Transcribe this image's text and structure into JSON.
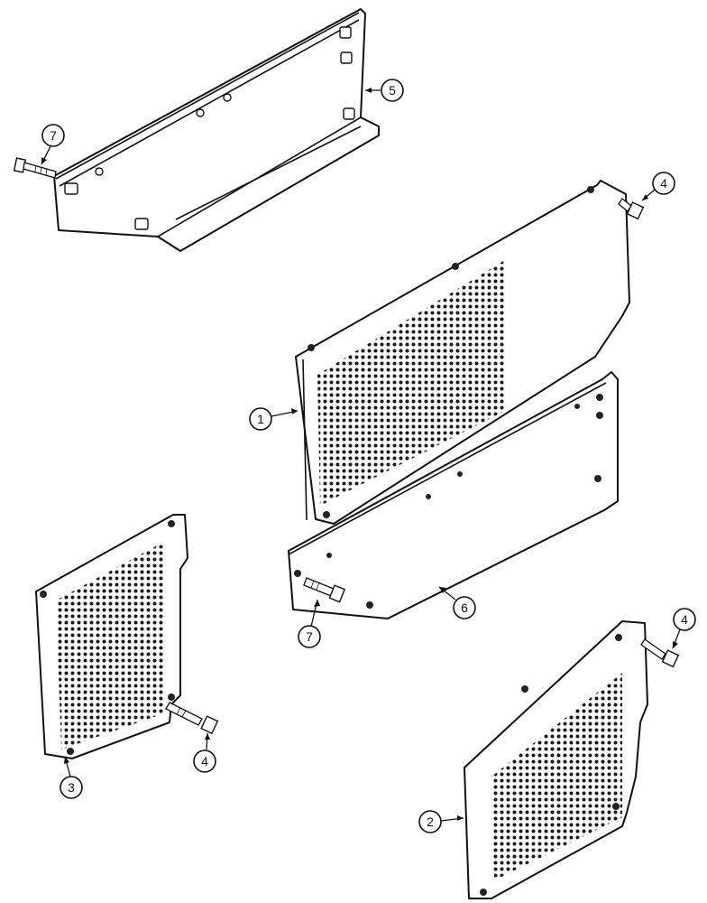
{
  "callouts": {
    "c1": "1",
    "c2": "2",
    "c3": "3",
    "c4a": "4",
    "c4b": "4",
    "c4c": "4",
    "c5": "5",
    "c6": "6",
    "c7a": "7",
    "c7b": "7"
  },
  "colors": {
    "line": "#111111",
    "background": "#ffffff"
  }
}
